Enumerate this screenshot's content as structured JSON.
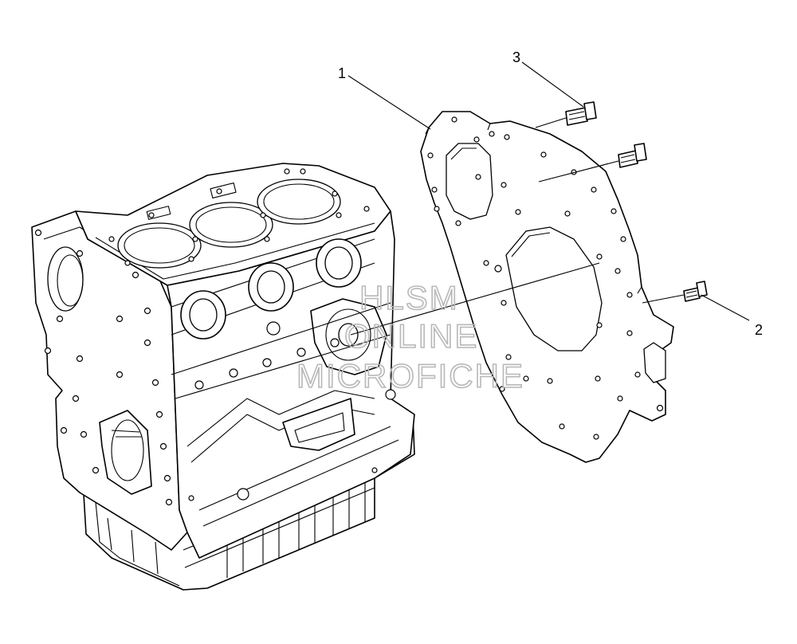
{
  "callouts": {
    "c1": "1",
    "c2": "2",
    "c3": "3"
  },
  "watermark": {
    "line1": "HLSM",
    "line2": "ONLINE",
    "line3": "MICROFICHE"
  },
  "colors": {
    "line": "#000000",
    "watermark": "#b8b8b8",
    "background": "#ffffff"
  }
}
